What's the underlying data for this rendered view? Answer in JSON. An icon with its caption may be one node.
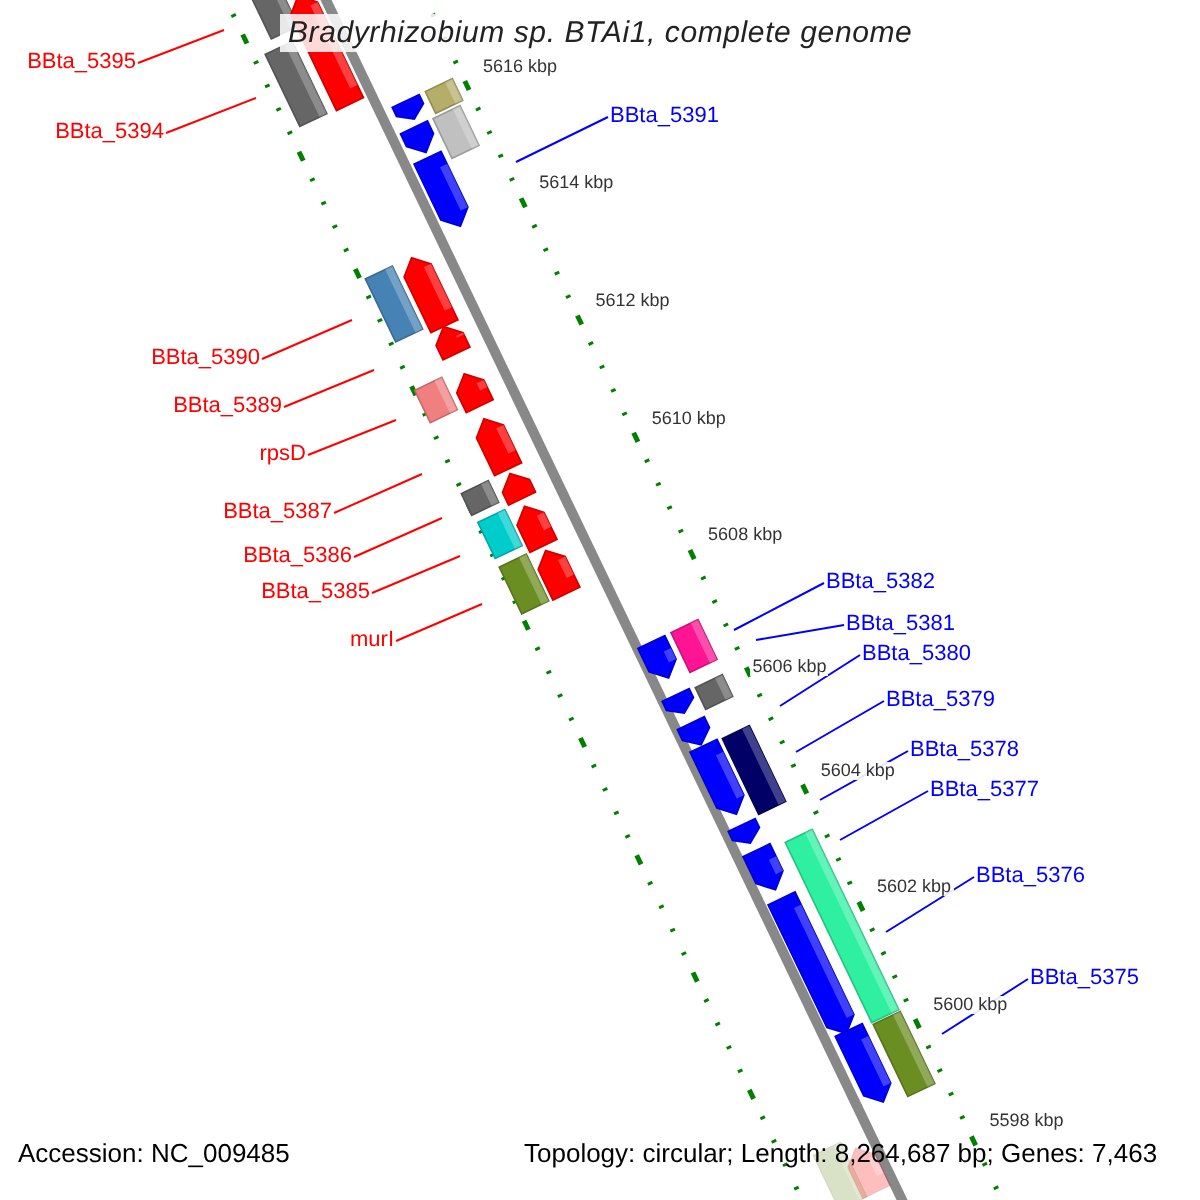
{
  "diagram": {
    "title": "Bradyrhizobium sp. BTAi1, complete genome",
    "nodes": [
      {
        "text": [
          "BBta_5395"
        ]
      },
      {
        "text": [
          "BBta_5394"
        ]
      },
      {
        "text": [
          "BBta_5390"
        ]
      },
      {
        "text": [
          "BBta_5389"
        ]
      },
      {
        "text": [
          "rpsD"
        ]
      },
      {
        "text": [
          "BBta_5387"
        ]
      },
      {
        "text": [
          "BBta_5386"
        ]
      },
      {
        "text": [
          "BBta_5385"
        ]
      },
      {
        "text": [
          "murI"
        ]
      },
      {
        "text": [
          "BBta_5391"
        ]
      },
      {
        "text": [
          "BBta_5382"
        ]
      },
      {
        "text": [
          "BBta_5381"
        ]
      },
      {
        "text": [
          "BBta_5380"
        ]
      },
      {
        "text": [
          "BBta_5379"
        ]
      },
      {
        "text": [
          "BBta_5378"
        ]
      },
      {
        "text": [
          "BBta_5377"
        ]
      },
      {
        "text": [
          "BBta_5376"
        ]
      },
      {
        "text": [
          "BBta_5375"
        ]
      }
    ],
    "edges": [
      {
        "from": 0,
        "to": null,
        "arrow": "none"
      },
      {
        "from": 1,
        "to": null,
        "arrow": "none"
      },
      {
        "from": 2,
        "to": null,
        "arrow": "none"
      },
      {
        "from": 3,
        "to": null,
        "arrow": "none"
      },
      {
        "from": 4,
        "to": null,
        "arrow": "none"
      },
      {
        "from": 5,
        "to": null,
        "arrow": "none"
      },
      {
        "from": 6,
        "to": null,
        "arrow": "none"
      },
      {
        "from": 7,
        "to": null,
        "arrow": "none"
      },
      {
        "from": 8,
        "to": null,
        "arrow": "none"
      },
      {
        "from": 9,
        "to": null,
        "arrow": "none",
        "color": "#0000ff"
      },
      {
        "from": 10,
        "to": null,
        "arrow": "none",
        "color": "#0000ff"
      },
      {
        "from": 11,
        "to": null,
        "arrow": "none",
        "color": "#0000ff"
      },
      {
        "from": 12,
        "to": null,
        "arrow": "none",
        "color": "#0000ff"
      },
      {
        "from": 13,
        "to": null,
        "arrow": "none",
        "color": "#0000ff"
      },
      {
        "from": 14,
        "to": null,
        "arrow": "none",
        "color": "#0000ff"
      },
      {
        "from": 15,
        "to": null,
        "arrow": "none",
        "color": "#0000ff"
      },
      {
        "from": 16,
        "to": null,
        "arrow": "none",
        "color": "#0000ff"
      },
      {
        "from": 17,
        "to": null,
        "arrow": "none",
        "color": "#0000ff"
      }
    ],
    "labels": [
      "5616 kbp",
      "5614 kbp",
      "5612 kbp",
      "5610 kbp",
      "5608 kbp",
      "5606 kbp",
      "5604 kbp",
      "5602 kbp",
      "5600 kbp",
      "5598 kbp",
      "Accession: NC_009485",
      "Topology: circular; Length: 8,264,687 bp; Genes: 7,463"
    ]
  }
}
